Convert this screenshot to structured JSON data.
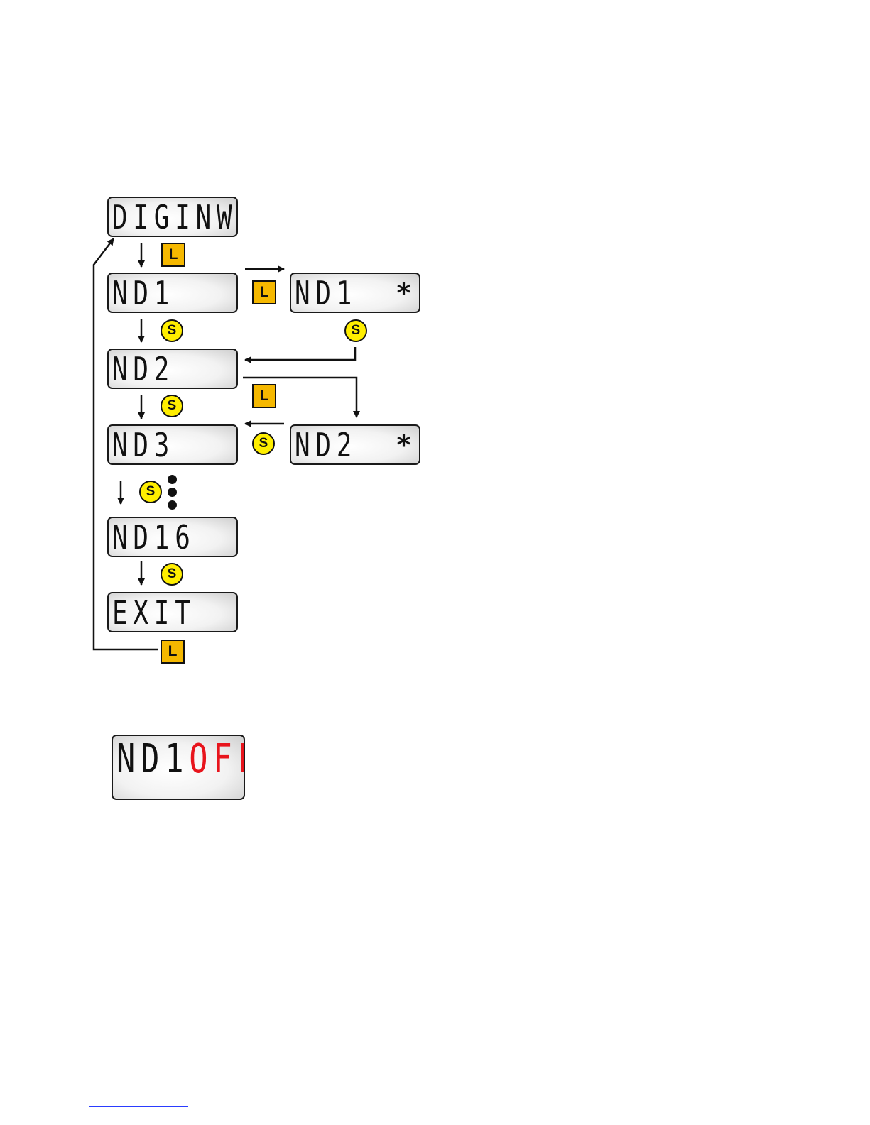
{
  "menu": {
    "diginw": "DIGINW",
    "nd1": "ND1",
    "nd1_selected": "ND1",
    "nd2": "ND2",
    "nd2_selected": "ND2",
    "nd3": "ND3",
    "nd16": "ND16",
    "exit": "EXIT",
    "selected_marker": "*"
  },
  "buttons": {
    "long_press": "L",
    "short_press": "S"
  },
  "status_display": {
    "channel": "ND1",
    "state": "OFF",
    "state_color": "#e8141c"
  }
}
